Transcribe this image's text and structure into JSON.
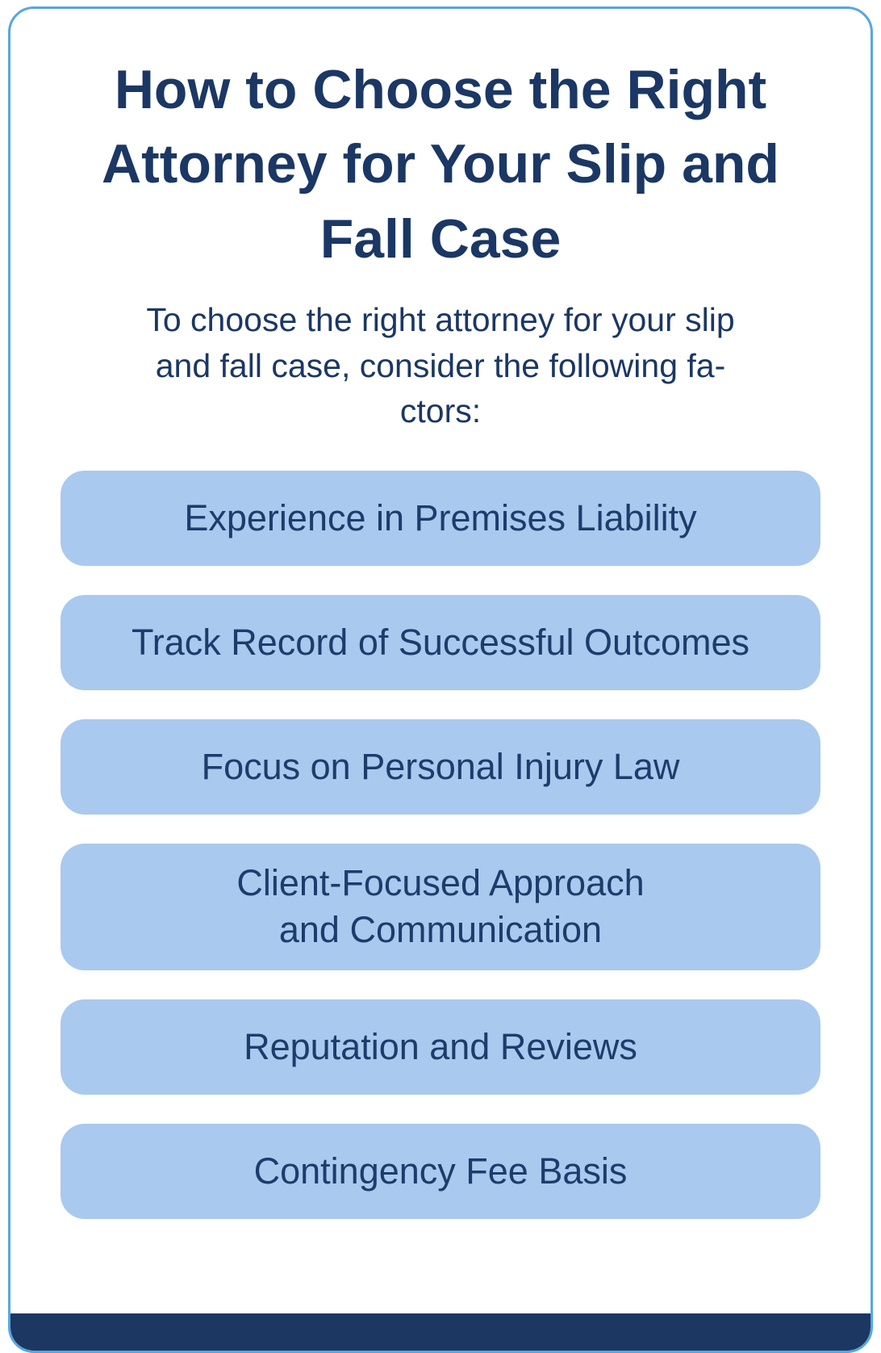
{
  "card": {
    "title": "How to Choose the Right Attorney for Your Slip and Fall Case",
    "subtitle": "To choose the right attorney for your slip\nand fall case, consider the following fa-\nctors:"
  },
  "factors": [
    {
      "label": "Experience in Premises Liability"
    },
    {
      "label": "Track Record of Successful Outcomes"
    },
    {
      "label": "Focus on Personal Injury Law"
    },
    {
      "label": "Client-Focused Approach\nand Communication"
    },
    {
      "label": "Reputation and Reviews"
    },
    {
      "label": "Contingency Fee Basis"
    }
  ],
  "colors": {
    "title_text": "#1b3764",
    "pill_background": "#a9c9ef",
    "pill_text": "#1e3c6b",
    "card_border": "#55a7e0",
    "footer_bar": "#1c3761",
    "page_background": "#ffffff"
  }
}
